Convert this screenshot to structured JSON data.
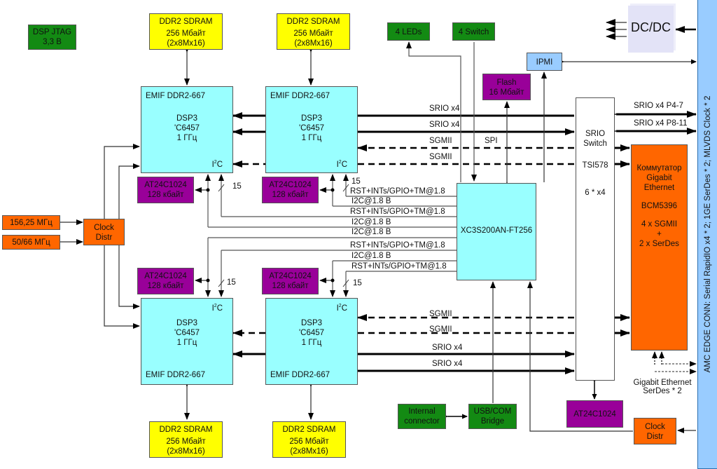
{
  "diagram": {
    "title": "AMC DSP board block diagram",
    "colors": {
      "dsp": "#99ffff",
      "memory": "#ffff00",
      "eeprom": "#990099",
      "io": "#138a13",
      "clock": "#ff6600",
      "ipmi": "#99ccff",
      "connector": "#99ccff"
    },
    "dsp_jtag": {
      "line1": "DSP JTAG",
      "line2": "3,3 В"
    },
    "ddr_sdram": [
      {
        "line1": "DDR2 SDRAM",
        "line2": "256 Мбайт",
        "line3": "(2x8Mx16)"
      },
      {
        "line1": "DDR2 SDRAM",
        "line2": "256 Мбайт",
        "line3": "(2x8Mx16)"
      },
      {
        "line1": "DDR2 SDRAM",
        "line2": "256 Мбайт",
        "line3": "(2x8Mx16)"
      },
      {
        "line1": "DDR2 SDRAM",
        "line2": "256 Мбайт",
        "line3": "(2x8Mx16)"
      }
    ],
    "dsps": [
      {
        "emif": "EMIF DDR2-667",
        "name": "DSP3",
        "model": "'C6457",
        "freq": "1 ГГц",
        "i2c": "I",
        "i2c_sup": "2",
        "i2c_tail": "C"
      },
      {
        "emif": "EMIF DDR2-667",
        "name": "DSP3",
        "model": "'C6457",
        "freq": "1 ГГц",
        "i2c": "I",
        "i2c_sup": "2",
        "i2c_tail": "C"
      },
      {
        "emif": "EMIF DDR2-667",
        "name": "DSP3",
        "model": "'C6457",
        "freq": "1 ГГц",
        "i2c": "I",
        "i2c_sup": "2",
        "i2c_tail": "C"
      },
      {
        "emif": "EMIF DDR2-667",
        "name": "DSP3",
        "model": "'C6457",
        "freq": "1 ГГц",
        "i2c": "I",
        "i2c_sup": "2",
        "i2c_tail": "C"
      }
    ],
    "eeproms": [
      {
        "line1": "AT24C1024",
        "line2": "128 кбайт"
      },
      {
        "line1": "AT24C1024",
        "line2": "128 кбайт"
      },
      {
        "line1": "AT24C1024",
        "line2": "128 кбайт"
      },
      {
        "line1": "AT24C1024",
        "line2": "128 кбайт"
      }
    ],
    "bus_width_label": "15",
    "leds": "4 LEDs",
    "switches": "4 Switch",
    "flash": {
      "line1": "Flash",
      "line2": "16 Мбайт"
    },
    "ipmi": "IPMI",
    "dcdc": "DC/DC",
    "srio_switch": {
      "line1": "SRIO",
      "line2": "Switch",
      "line3": "TSI578",
      "line4": "6 * x4"
    },
    "gbe_switch": {
      "line1": "Коммутатор",
      "line2": "Gigabit",
      "line3": "Ethernet",
      "line4": "BCM5396",
      "line5": "4 x SGMII",
      "line6": "+",
      "line7": "2 x SerDes"
    },
    "fpga": "XC3S200AN-FT256",
    "clock_inputs": [
      "156,25 МГц",
      "50/66 МГц"
    ],
    "clock_distr": {
      "line1": "Clock",
      "line2": "Distr"
    },
    "clock_distr_right": {
      "line1": "Clock",
      "line2": "Distr"
    },
    "internal_connector": {
      "line1": "Internal",
      "line2": "connector"
    },
    "usb_bridge": {
      "line1": "USB/COM",
      "line2": "Bridge"
    },
    "eeprom_switch": "AT24C1024",
    "gbe_serdes_label": {
      "line1": "Gigabit Ethernet",
      "line2": "SerDes * 2"
    },
    "amc_connector": "AMC EDGE CONN: Serial RapidIO x4 * 2; 1GE SerDes * 2; MLVDS Clock * 2",
    "links": {
      "srio_x4": "SRIO x4",
      "sgmii": "SGMII",
      "spi": "SPI",
      "srio_p4_7": "SRIO x4 P4-7",
      "srio_p8_11": "SRIO x4 P8-11",
      "rst_gpio": "RST+INTs/GPIO+TM@1.8",
      "i2c_18": "I2C@1.8 В"
    }
  }
}
